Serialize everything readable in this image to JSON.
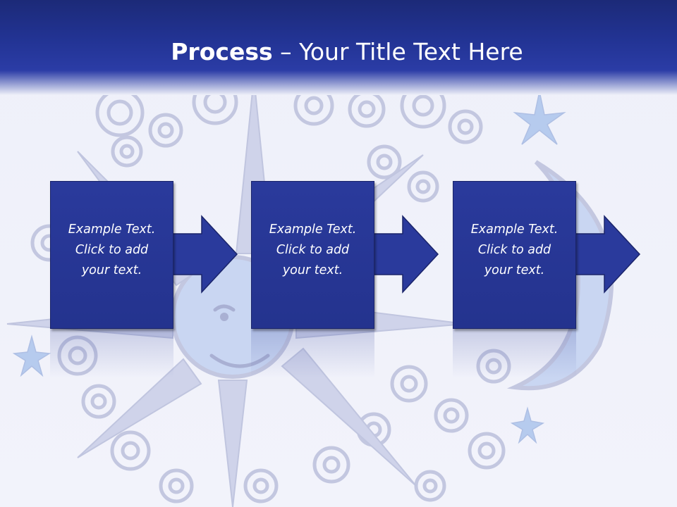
{
  "slide": {
    "title_bold": "Process",
    "title_rest": " – Your Title Text Here",
    "steps": [
      {
        "text": "Example Text.\nClick  to add\nyour text."
      },
      {
        "text": "Example Text.\nClick  to add\nyour text."
      },
      {
        "text": "Example Text.\nClick  to add\nyour text."
      }
    ]
  },
  "colors": {
    "header": "#223393",
    "box": "#2a3a9c",
    "background": "#eef0f9",
    "art": "#c4c8e2",
    "art_light": "#b7cff0"
  }
}
